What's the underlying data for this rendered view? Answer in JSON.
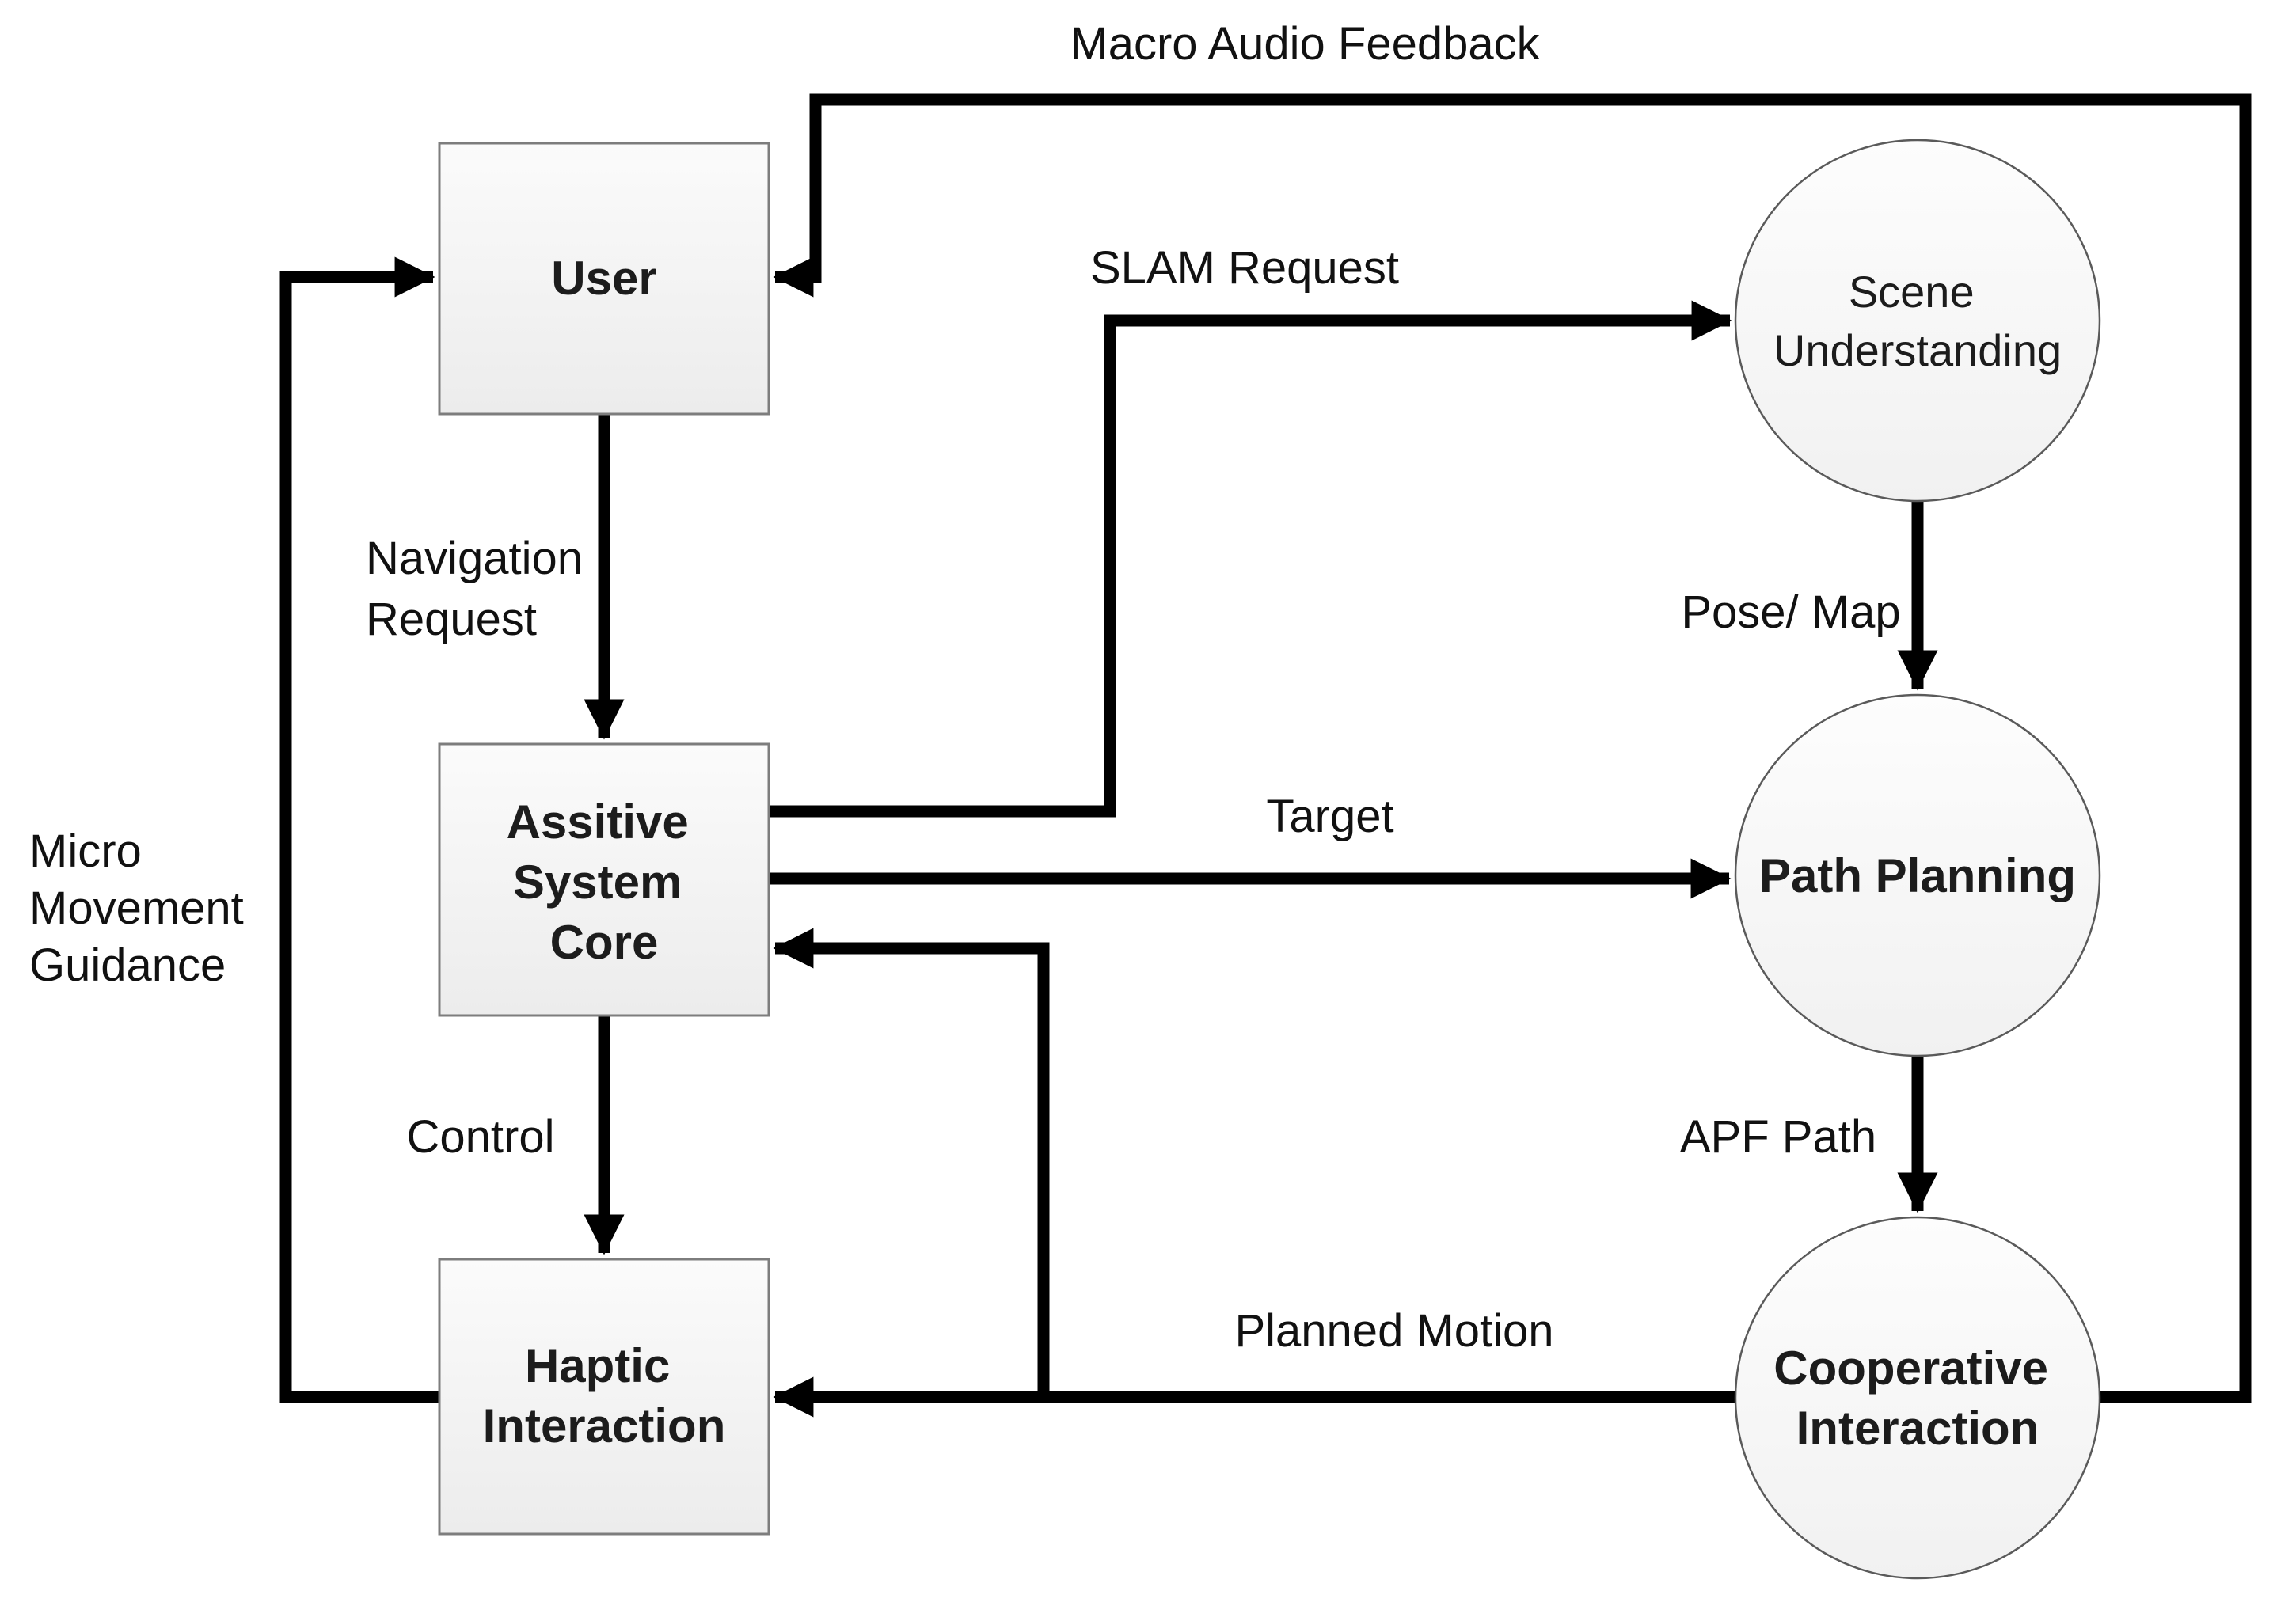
{
  "diagram": {
    "title": "",
    "nodes": {
      "user": {
        "shape": "rectangle",
        "label": "User"
      },
      "assistive_system_core": {
        "shape": "rectangle",
        "lines": [
          "Assitive",
          "System",
          "Core"
        ]
      },
      "haptic_interaction": {
        "shape": "rectangle",
        "lines": [
          "Haptic",
          "Interaction"
        ]
      },
      "scene_understanding": {
        "shape": "circle",
        "lines": [
          "Scene",
          "Understanding"
        ]
      },
      "path_planning": {
        "shape": "circle",
        "label": "Path Planning"
      },
      "cooperative_interaction": {
        "shape": "circle",
        "lines": [
          "Cooperative",
          "Interaction"
        ]
      }
    },
    "edge_labels": {
      "macro_audio_feedback": "Macro Audio Feedback",
      "slam_request": "SLAM Request",
      "navigation_request": [
        "Navigation",
        "Request"
      ],
      "pose_map": "Pose/ Map",
      "target": "Target",
      "micro_movement_guidance": [
        "Micro",
        "Movement",
        "Guidance"
      ],
      "control": "Control",
      "apf_path": "APF Path",
      "planned_motion": "Planned Motion"
    },
    "edges": [
      {
        "from": "User",
        "to": "Assitive System Core",
        "label": "Navigation Request"
      },
      {
        "from": "Assitive System Core",
        "to": "Scene Understanding",
        "label": "SLAM Request"
      },
      {
        "from": "Assitive System Core",
        "to": "Path Planning",
        "label": "Target"
      },
      {
        "from": "Scene Understanding",
        "to": "Path Planning",
        "label": "Pose/ Map"
      },
      {
        "from": "Path Planning",
        "to": "Cooperative Interaction",
        "label": "APF Path"
      },
      {
        "from": "Assitive System Core",
        "to": "Haptic Interaction",
        "label": "Control"
      },
      {
        "from": "Cooperative Interaction",
        "to": "Haptic Interaction",
        "label": "Planned Motion"
      },
      {
        "from": "Cooperative Interaction",
        "to": "Assitive System Core",
        "label": "Planned Motion"
      },
      {
        "from": "Cooperative Interaction",
        "to": "User",
        "label": "Macro Audio Feedback"
      },
      {
        "from": "Haptic Interaction",
        "to": "User",
        "label": "Micro Movement Guidance"
      }
    ],
    "colors": {
      "line": "#000000",
      "node_fill_top": "#fbfbfb",
      "node_fill_bottom": "#ededed",
      "rect_border": "#7d7d7d",
      "circle_border": "#5a5a5a",
      "text": "#111111",
      "background": "#ffffff"
    }
  }
}
